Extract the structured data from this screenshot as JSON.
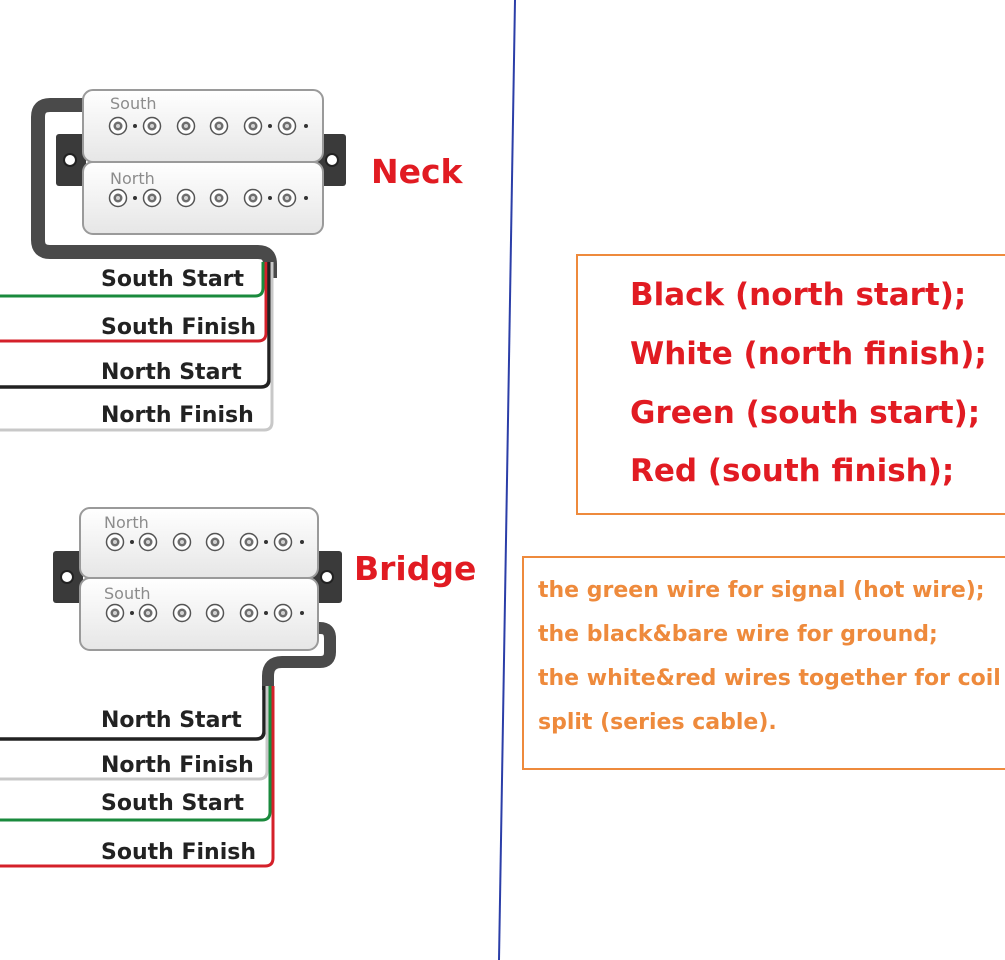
{
  "neck": {
    "label": "Neck",
    "top_coil_label": "South",
    "bottom_coil_label": "North",
    "wires": [
      "South Start",
      "South Finish",
      "North Start",
      "North Finish"
    ]
  },
  "bridge": {
    "label": "Bridge",
    "top_coil_label": "North",
    "bottom_coil_label": "South",
    "wires": [
      "North Start",
      "North Finish",
      "South Start",
      "South Finish"
    ]
  },
  "color_legend": [
    "Black (north start);",
    "White (north finish);",
    "Green (south start);",
    "Red (south finish);"
  ],
  "wiring_notes": [
    "the green wire for signal (hot wire);",
    "the black&bare wire for ground;",
    "the white&red wires together for coil",
    "split (series cable)."
  ],
  "colors": {
    "label_red": "#e11b22",
    "note_orange": "#ee8a3c",
    "divider_blue": "#2b3ea8",
    "wire_black": "#222222",
    "wire_white": "#c8c8c8",
    "wire_green": "#1a8a3c",
    "wire_red": "#d4202a"
  }
}
